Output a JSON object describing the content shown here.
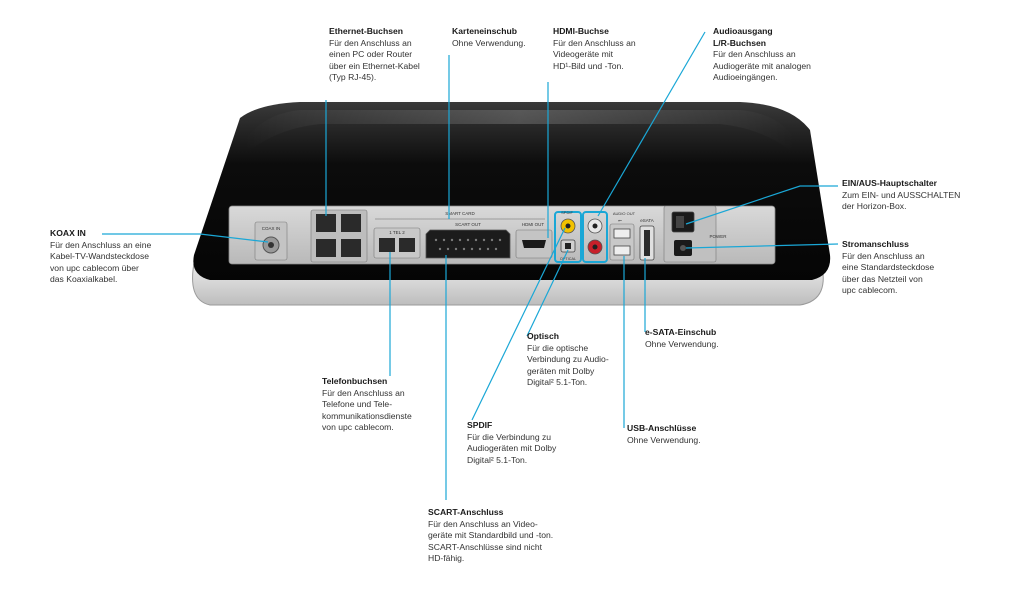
{
  "device": {
    "port_labels": {
      "coax": "COAX IN",
      "smartcard": "SMART CARD",
      "tel": "1  TEL  2",
      "scart": "SCART OUT",
      "hdmi": "HDMI OUT",
      "spdif": "SPDIF",
      "optical": "OPTICAL",
      "audio_out": "AUDIO OUT",
      "usb": "⭠",
      "esata": "eSATA",
      "power": "POWER"
    }
  },
  "callouts": {
    "ethernet": {
      "title": "Ethernet-Buchsen",
      "desc": "Für den Anschluss an\neinen PC oder Router\nüber ein Ethernet-Kabel\n(Typ RJ-45)."
    },
    "karte": {
      "title": "Karteneinschub",
      "desc": "Ohne Verwendung."
    },
    "hdmi": {
      "title": "HDMI-Buchse",
      "desc": "Für den Anschluss an\nVideogeräte mit\nHD¹-Bild und -Ton."
    },
    "audio": {
      "title": "Audioausgang\nL/R-Buchsen",
      "desc": "Für den Anschluss an\nAudiogeräte mit analogen\nAudioeingängen."
    },
    "einaus": {
      "title": "EIN/AUS-Hauptschalter",
      "desc": "Zum EIN- und AUSSCHALTEN\nder Horizon-Box."
    },
    "koax": {
      "title": "KOAX IN",
      "desc": "Für den Anschluss an eine\nKabel-TV-Wandsteckdose\nvon upc cablecom über\ndas Koaxialkabel."
    },
    "strom": {
      "title": "Stromanschluss",
      "desc": "Für den Anschluss an\neine Standardsteckdose\nüber das Netzteil von\nupc cablecom."
    },
    "optisch": {
      "title": "Optisch",
      "desc": "Für die optische\nVerbindung zu Audio-\ngeräten mit Dolby\nDigital² 5.1-Ton."
    },
    "esata": {
      "title": "e-SATA-Einschub",
      "desc": "Ohne Verwendung."
    },
    "telefon": {
      "title": "Telefonbuchsen",
      "desc": "Für den Anschluss an\nTelefone und Tele-\nkommunikationsdienste\nvon upc cablecom."
    },
    "spdif": {
      "title": "SPDIF",
      "desc": "Für die Verbindung zu\nAudiogeräten mit Dolby\nDigital² 5.1-Ton."
    },
    "usb": {
      "title": "USB-Anschlüsse",
      "desc": "Ohne Verwendung."
    },
    "scart": {
      "title": "SCART-Anschluss",
      "desc": "Für den Anschluss an Video-\ngeräte mit Standardbild und -ton.\nSCART-Anschlüsse sind nicht\nHD-fähig."
    }
  },
  "colors": {
    "leader": "#1aa7d6",
    "body": "#111111",
    "panel": "#cfcfcf"
  }
}
